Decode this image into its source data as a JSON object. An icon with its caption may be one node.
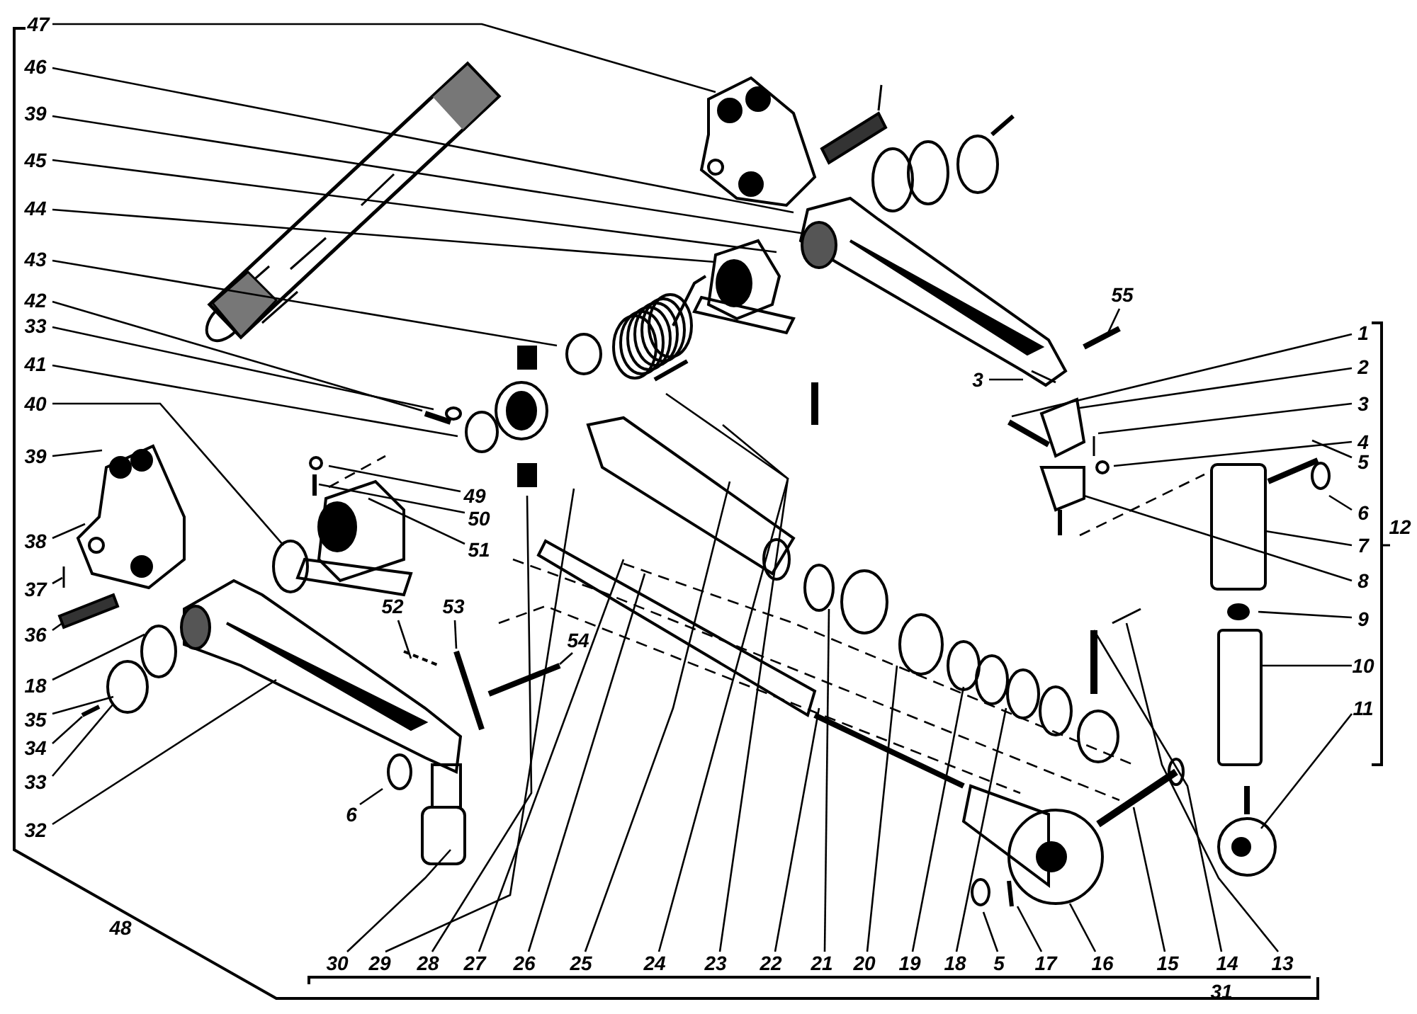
{
  "diagram": {
    "nodes": [
      {
        "text": [
          "47"
        ]
      },
      {
        "text": [
          "46"
        ]
      },
      {
        "text": [
          "39"
        ]
      },
      {
        "text": [
          "45"
        ]
      },
      {
        "text": [
          "44"
        ]
      },
      {
        "text": [
          "43"
        ]
      },
      {
        "text": [
          "42"
        ]
      },
      {
        "text": [
          "33"
        ]
      },
      {
        "text": [
          "41"
        ]
      },
      {
        "text": [
          "40"
        ]
      },
      {
        "text": [
          "39"
        ]
      },
      {
        "text": [
          "38"
        ]
      },
      {
        "text": [
          "37"
        ]
      },
      {
        "text": [
          "36"
        ]
      },
      {
        "text": [
          "18"
        ]
      },
      {
        "text": [
          "35"
        ]
      },
      {
        "text": [
          "34"
        ]
      },
      {
        "text": [
          "33"
        ]
      },
      {
        "text": [
          "32"
        ]
      },
      {
        "text": [
          "49"
        ]
      },
      {
        "text": [
          "50"
        ]
      },
      {
        "text": [
          "51"
        ]
      },
      {
        "text": [
          "52"
        ]
      },
      {
        "text": [
          "53"
        ]
      },
      {
        "text": [
          "54"
        ]
      },
      {
        "text": [
          "6"
        ]
      },
      {
        "text": [
          "55"
        ]
      },
      {
        "text": [
          "3"
        ]
      },
      {
        "text": [
          "1"
        ]
      },
      {
        "text": [
          "2"
        ]
      },
      {
        "text": [
          "3"
        ]
      },
      {
        "text": [
          "4"
        ]
      },
      {
        "text": [
          "5"
        ]
      },
      {
        "text": [
          "6"
        ]
      },
      {
        "text": [
          "7"
        ]
      },
      {
        "text": [
          "8"
        ]
      },
      {
        "text": [
          "9"
        ]
      },
      {
        "text": [
          "10"
        ]
      },
      {
        "text": [
          "11"
        ]
      },
      {
        "text": [
          "30"
        ]
      },
      {
        "text": [
          "29"
        ]
      },
      {
        "text": [
          "28"
        ]
      },
      {
        "text": [
          "27"
        ]
      },
      {
        "text": [
          "26"
        ]
      },
      {
        "text": [
          "25"
        ]
      },
      {
        "text": [
          "24"
        ]
      },
      {
        "text": [
          "23"
        ]
      },
      {
        "text": [
          "22"
        ]
      },
      {
        "text": [
          "21"
        ]
      },
      {
        "text": [
          "20"
        ]
      },
      {
        "text": [
          "19"
        ]
      },
      {
        "text": [
          "18"
        ]
      },
      {
        "text": [
          "5"
        ]
      },
      {
        "text": [
          "17"
        ]
      },
      {
        "text": [
          "16"
        ]
      },
      {
        "text": [
          "15"
        ]
      },
      {
        "text": [
          "14"
        ]
      },
      {
        "text": [
          "13"
        ]
      }
    ],
    "edges": [
      {
        "from": 0,
        "to": null,
        "arrow": "none"
      },
      {
        "from": 1,
        "to": null,
        "arrow": "none"
      },
      {
        "from": 2,
        "to": null,
        "arrow": "none"
      },
      {
        "from": 3,
        "to": null,
        "arrow": "none"
      },
      {
        "from": 4,
        "to": null,
        "arrow": "none"
      },
      {
        "from": 5,
        "to": null,
        "arrow": "none"
      },
      {
        "from": 6,
        "to": null,
        "arrow": "none"
      },
      {
        "from": 7,
        "to": null,
        "arrow": "none"
      },
      {
        "from": 8,
        "to": null,
        "arrow": "none"
      },
      {
        "from": 9,
        "to": null,
        "arrow": "none"
      },
      {
        "from": 10,
        "to": null,
        "arrow": "none"
      },
      {
        "from": 11,
        "to": null,
        "arrow": "none"
      },
      {
        "from": 12,
        "to": null,
        "arrow": "none"
      },
      {
        "from": 13,
        "to": null,
        "arrow": "none"
      },
      {
        "from": 14,
        "to": null,
        "arrow": "none"
      },
      {
        "from": 15,
        "to": null,
        "arrow": "none"
      },
      {
        "from": 16,
        "to": null,
        "arrow": "none"
      },
      {
        "from": 17,
        "to": null,
        "arrow": "none"
      },
      {
        "from": 18,
        "to": null,
        "arrow": "none"
      },
      {
        "from": 19,
        "to": null,
        "arrow": "none"
      },
      {
        "from": 20,
        "to": null,
        "arrow": "none"
      },
      {
        "from": 21,
        "to": null,
        "arrow": "none"
      },
      {
        "from": 22,
        "to": null,
        "arrow": "none"
      },
      {
        "from": 23,
        "to": null,
        "arrow": "none"
      },
      {
        "from": 24,
        "to": null,
        "arrow": "none"
      },
      {
        "from": 25,
        "to": null,
        "arrow": "none"
      },
      {
        "from": 26,
        "to": null,
        "arrow": "none"
      },
      {
        "from": 27,
        "to": null,
        "arrow": "none"
      },
      {
        "from": 28,
        "to": null,
        "arrow": "none"
      },
      {
        "from": 29,
        "to": null,
        "arrow": "none"
      },
      {
        "from": 30,
        "to": null,
        "arrow": "none"
      },
      {
        "from": 31,
        "to": null,
        "arrow": "none"
      },
      {
        "from": 32,
        "to": null,
        "arrow": "none"
      },
      {
        "from": 33,
        "to": null,
        "arrow": "none"
      },
      {
        "from": 34,
        "to": null,
        "arrow": "none"
      },
      {
        "from": 35,
        "to": null,
        "arrow": "none"
      },
      {
        "from": 36,
        "to": null,
        "arrow": "none"
      },
      {
        "from": 37,
        "to": null,
        "arrow": "none"
      },
      {
        "from": 38,
        "to": null,
        "arrow": "none"
      },
      {
        "from": 39,
        "to": null,
        "arrow": "none"
      },
      {
        "from": 40,
        "to": null,
        "arrow": "none"
      },
      {
        "from": 41,
        "to": null,
        "arrow": "none"
      },
      {
        "from": 42,
        "to": null,
        "arrow": "none"
      },
      {
        "from": 43,
        "to": null,
        "arrow": "none"
      },
      {
        "from": 44,
        "to": null,
        "arrow": "none"
      },
      {
        "from": 45,
        "to": null,
        "arrow": "none"
      },
      {
        "from": 46,
        "to": null,
        "arrow": "none"
      },
      {
        "from": 47,
        "to": null,
        "arrow": "none"
      },
      {
        "from": 48,
        "to": null,
        "arrow": "none"
      },
      {
        "from": 49,
        "to": null,
        "arrow": "none"
      },
      {
        "from": 50,
        "to": null,
        "arrow": "none"
      },
      {
        "from": 51,
        "to": null,
        "arrow": "none"
      },
      {
        "from": 52,
        "to": null,
        "arrow": "none"
      },
      {
        "from": 53,
        "to": null,
        "arrow": "none"
      },
      {
        "from": 54,
        "to": null,
        "arrow": "none"
      },
      {
        "from": 55,
        "to": null,
        "arrow": "none"
      },
      {
        "from": 56,
        "to": null,
        "arrow": "none"
      },
      {
        "from": 57,
        "to": null,
        "arrow": "none"
      }
    ],
    "labels": [
      "12",
      "31",
      "48"
    ]
  }
}
